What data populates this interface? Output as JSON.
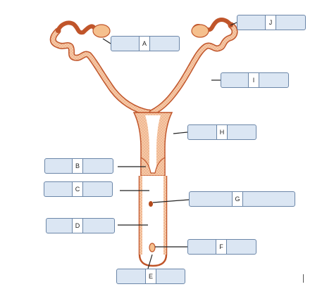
{
  "labels": {
    "a": "A",
    "b": "B",
    "c": "C",
    "d": "D",
    "e": "E",
    "f": "F",
    "g": "G",
    "h": "H",
    "i": "I",
    "j": "J"
  },
  "colors": {
    "tissue_outline": "#c0552a",
    "tissue_fill": "#f7c9a6",
    "lumen": "#ffffff",
    "ovary_fill": "#f5c08e",
    "dot_fill": "#b34a1c",
    "box_fill": "#dbe6f3",
    "box_border": "#6b86a8",
    "leader_line": "#222222"
  }
}
